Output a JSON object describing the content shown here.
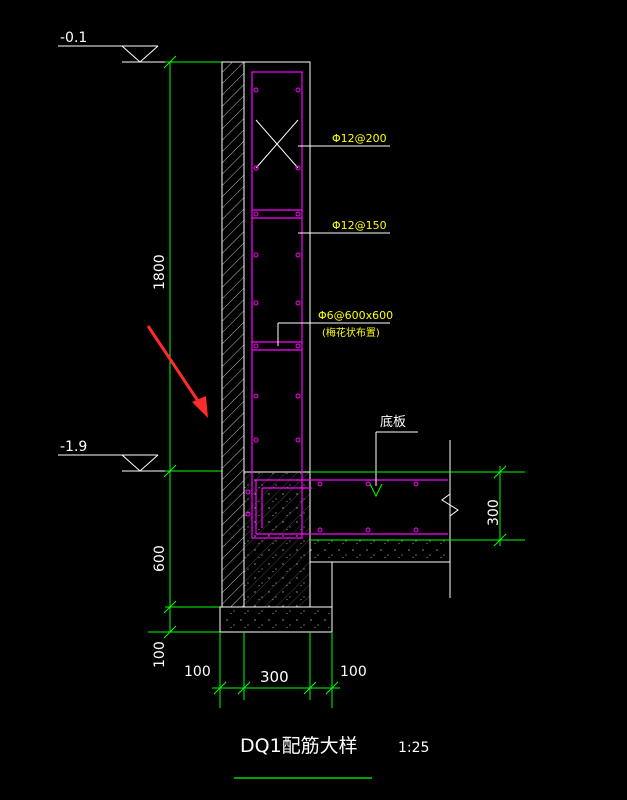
{
  "elevations": {
    "top": "-0.1",
    "bottom": "-1.9"
  },
  "dimensions": {
    "wall_height_upper": "1800",
    "wall_height_lower": "600",
    "footing_thickness": "100",
    "slab_thickness": "300",
    "offset_left": "100",
    "wall_width": "300",
    "offset_right": "100"
  },
  "rebar_labels": {
    "horizontal": "Φ12@200",
    "vertical": "Φ12@150",
    "tie_spec": "Φ6@600x600",
    "tie_note": "(梅花状布置)"
  },
  "slab_label": "底板",
  "title": {
    "main": "DQ1配筋大样",
    "scale": "1:25"
  },
  "colors": {
    "background": "#000000",
    "outline": "#ffffff",
    "dimension": "#00ff00",
    "rebar": "#ff00ff",
    "label": "#ffff00",
    "annotation": "#ff2a2a"
  }
}
